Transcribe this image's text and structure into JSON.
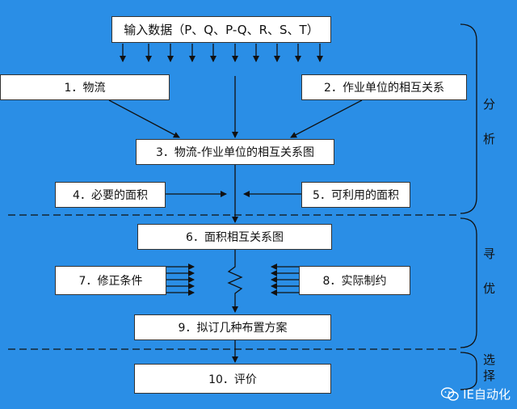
{
  "boxes": {
    "input": "输入数据（P、Q、P-Q、R、S、T）",
    "material_flow": "1．物流",
    "activity_relations": "2．作业单位的相互关系",
    "flow_relation_chart": "3．物流-作业单位的相互关系图",
    "space_required": "4．必要的面积",
    "space_available": "5．可利用的面积",
    "space_relation_chart": "6．面积相互关系图",
    "modifying_conditions": "7．修正条件",
    "practical_limits": "8．实际制约",
    "alternatives": "9．拟订几种布置方案",
    "evaluation": "10．评价"
  },
  "phases": {
    "analysis": [
      "分",
      "析"
    ],
    "search": [
      "寻",
      "优"
    ],
    "select": [
      "选",
      "择"
    ]
  },
  "watermark": "IE自动化",
  "colors": {
    "background": "#2a8ee6",
    "box": "#ffffff",
    "line": "#111111"
  }
}
